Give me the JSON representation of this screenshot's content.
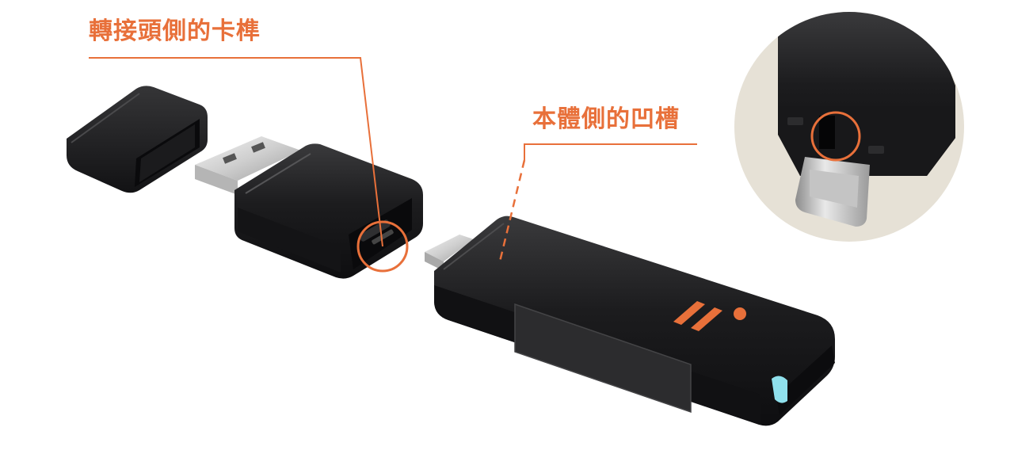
{
  "callouts": {
    "adapter_latch": "轉接頭側的卡榫",
    "body_groove": "本體側的凹槽"
  },
  "colors": {
    "accent": "#e8703a",
    "device_body": "#1c1c1e",
    "device_edge": "#3a3a3c",
    "metal": "#d9d9d9",
    "inset_background": "#e6e1d6",
    "led": "#8fe0ec",
    "background": "#ffffff"
  },
  "icons": {
    "brand_logo": "two-bars-and-dot-logo"
  }
}
